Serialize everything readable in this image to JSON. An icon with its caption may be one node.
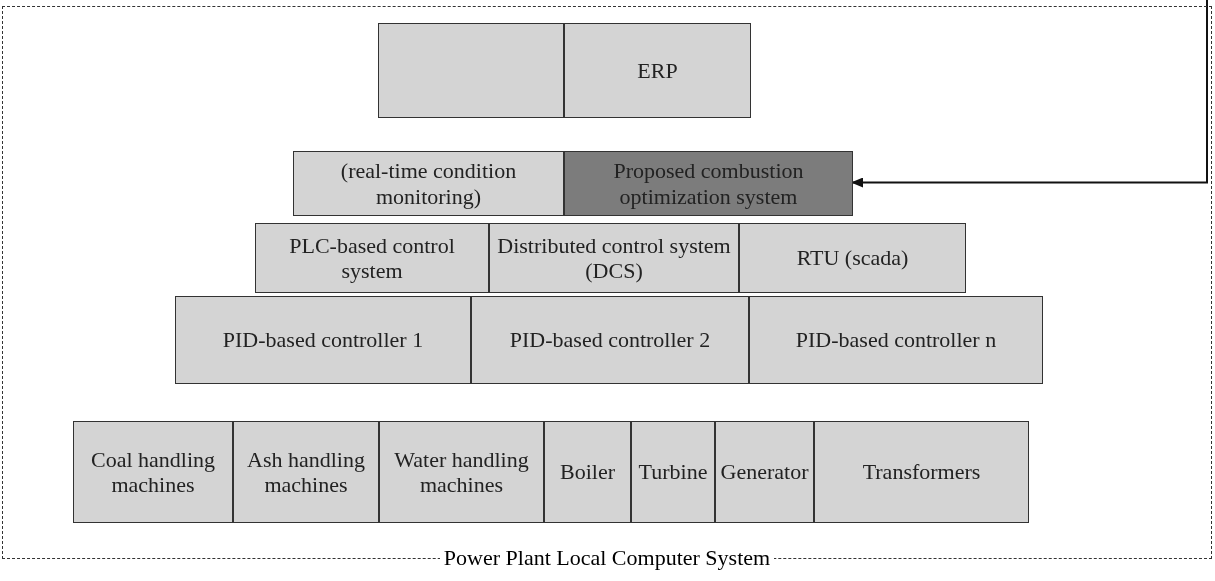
{
  "diagram": {
    "nodes": [
      {
        "text": [
          "Power Plant Local Computer System"
        ]
      },
      {
        "text": [],
        "shape": "box",
        "in": 0
      },
      {
        "text": [
          "ERP"
        ],
        "in": 0
      },
      {
        "text": [
          "(real-time condition monitoring)"
        ],
        "in": 0
      },
      {
        "text": [
          "Proposed combustion optimization system"
        ],
        "in": 0
      },
      {
        "text": [
          "PLC-based control system"
        ],
        "in": 0
      },
      {
        "text": [
          "Distributed control system (DCS)"
        ],
        "in": 0
      },
      {
        "text": [
          "RTU (scada)"
        ],
        "in": 0
      },
      {
        "text": [
          "PID-based controller 1"
        ],
        "in": 0
      },
      {
        "text": [
          "PID-based controller 2"
        ],
        "in": 0
      },
      {
        "text": [
          "PID-based controller n"
        ],
        "in": 0
      },
      {
        "text": [
          "Coal handling machines"
        ],
        "in": 0
      },
      {
        "text": [
          "Ash handling machines"
        ],
        "in": 0
      },
      {
        "text": [
          "Water handling machines"
        ],
        "in": 0
      },
      {
        "text": [
          "Boiler"
        ],
        "in": 0
      },
      {
        "text": [
          "Turbine"
        ],
        "in": 0
      },
      {
        "text": [
          "Generator"
        ],
        "in": 0
      },
      {
        "text": [
          "Transformers"
        ],
        "in": 0
      }
    ],
    "edges": [
      {
        "from": null,
        "to": 4,
        "arrow": "to"
      }
    ]
  }
}
